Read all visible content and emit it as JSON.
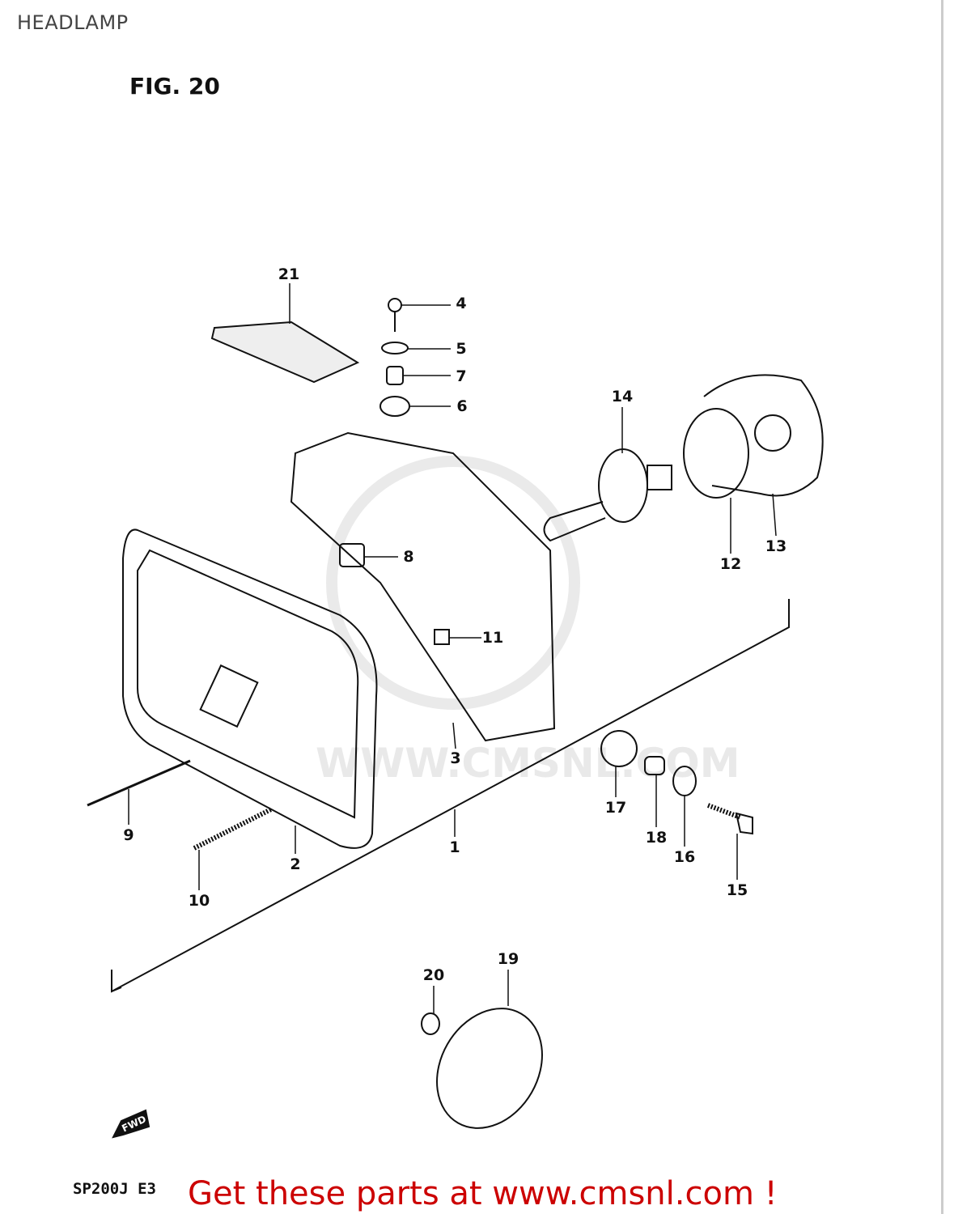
{
  "header": {
    "title": "HEADLAMP",
    "figure": "FIG. 20"
  },
  "callouts": [
    "1",
    "2",
    "3",
    "4",
    "5",
    "6",
    "7",
    "8",
    "9",
    "10",
    "11",
    "12",
    "13",
    "14",
    "15",
    "16",
    "17",
    "18",
    "19",
    "20",
    "21"
  ],
  "direction_marker": "FWD",
  "footer": {
    "model": "SP200J E3",
    "promo": "Get these parts at www.cmsnl.com !"
  },
  "watermark": "WWW.CMSNL.COM",
  "colors": {
    "promo": "#cc0000",
    "ink": "#111111"
  }
}
